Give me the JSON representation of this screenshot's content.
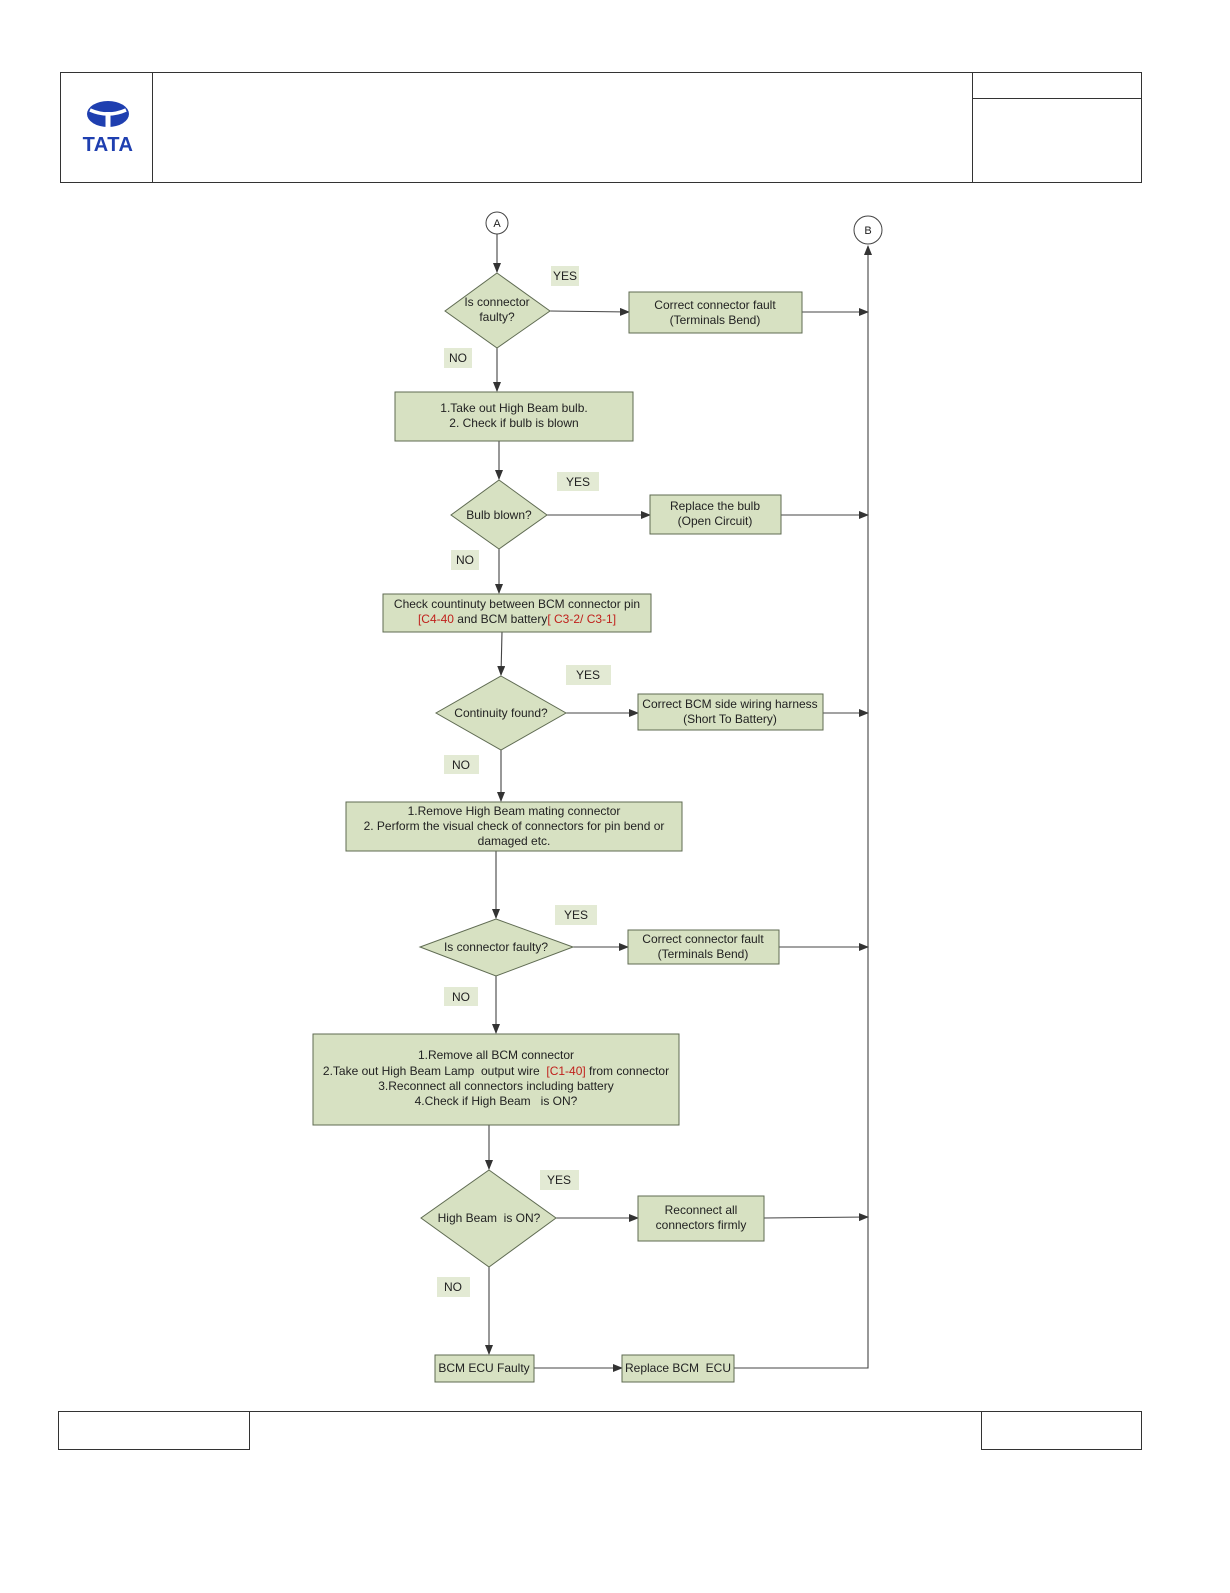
{
  "header": {
    "logo_text": "TATA",
    "brand_color": "#1f3fb0"
  },
  "connectors": {
    "start": "A",
    "end": "B"
  },
  "flow": {
    "d1": [
      "Is connector",
      "faulty?"
    ],
    "d1_yes": "YES",
    "d1_no": "NO",
    "a1": [
      "Correct connector fault",
      "(Terminals Bend)"
    ],
    "s1": [
      "1.Take out High Beam bulb.",
      "2. Check if bulb is blown"
    ],
    "d2": "Bulb blown?",
    "d2_yes": "YES",
    "d2_no": "NO",
    "a2": [
      "Replace the bulb",
      "(Open Circuit)"
    ],
    "s2_line1": "Check countinuty between BCM connector pin",
    "s2_l2a": "[C4-40",
    "s2_l2b": " and BCM battery",
    "s2_l2c": "[ C3-2/ C3-1]",
    "d3": "Continuity found?",
    "d3_yes": "YES",
    "d3_no": "NO",
    "a3": [
      "Correct BCM side wiring harness",
      "(Short To Battery)"
    ],
    "s3": [
      "1.Remove High Beam mating connector",
      "2. Perform the visual check of connectors for pin bend or",
      "damaged etc."
    ],
    "d4": "Is connector faulty?",
    "d4_yes": "YES",
    "d4_no": "NO",
    "a4": [
      "Correct connector fault",
      "(Terminals Bend)"
    ],
    "s4_line1": "1.Remove all BCM connector",
    "s4_l2a": "2.Take out High Beam Lamp  output wire  ",
    "s4_l2b": "[C1-40]",
    "s4_l2c": " from connector",
    "s4_line3": "3.Reconnect all connectors including battery",
    "s4_line4": "4.Check if High Beam   is ON?",
    "d5": "High Beam  is ON?",
    "d5_yes": "YES",
    "d5_no": "NO",
    "a5": [
      "Reconnect all",
      "connectors firmly"
    ],
    "s5": "BCM ECU Faulty",
    "a6": "Replace BCM  ECU"
  }
}
